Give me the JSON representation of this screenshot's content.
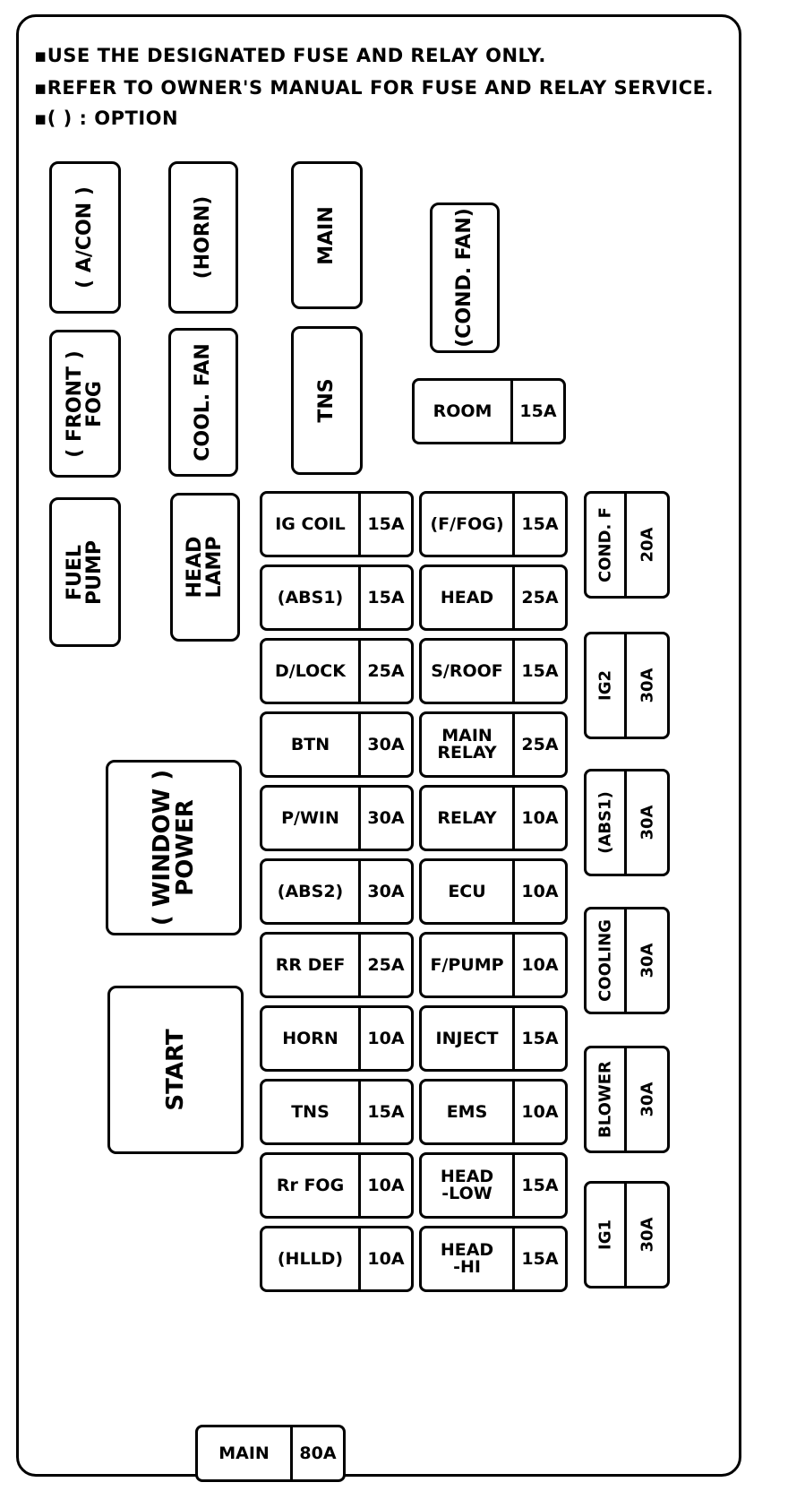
{
  "notes": [
    "▪USE THE DESIGNATED FUSE AND RELAY ONLY.",
    "▪REFER TO OWNER'S MANUAL FOR FUSE AND RELAY SERVICE.",
    "▪( ) : OPTION"
  ],
  "relays": {
    "a_con": "( A/CON )",
    "horn": "(HORN)",
    "main": "MAIN",
    "cond_fan": "(COND. FAN)",
    "front_fog": "( FRONT )\nFOG",
    "cool_fan": "COOL. FAN",
    "tns": "TNS",
    "fuel_pump": "FUEL\nPUMP",
    "head_lamp": "HEAD\nLAMP",
    "power_window": "( WINDOW )\nPOWER",
    "start": "START"
  },
  "room": {
    "name": "ROOM",
    "amp": "15A"
  },
  "fuses_left": [
    {
      "name": "IG COIL",
      "amp": "15A"
    },
    {
      "name": "(ABS1)",
      "amp": "15A"
    },
    {
      "name": "D/LOCK",
      "amp": "25A"
    },
    {
      "name": "BTN",
      "amp": "30A"
    },
    {
      "name": "P/WIN",
      "amp": "30A"
    },
    {
      "name": "(ABS2)",
      "amp": "30A"
    },
    {
      "name": "RR DEF",
      "amp": "25A"
    },
    {
      "name": "HORN",
      "amp": "10A"
    },
    {
      "name": "TNS",
      "amp": "15A"
    },
    {
      "name": "Rr FOG",
      "amp": "10A"
    },
    {
      "name": "(HLLD)",
      "amp": "10A"
    }
  ],
  "fuses_mid": [
    {
      "name": "(F/FOG)",
      "amp": "15A"
    },
    {
      "name": "HEAD",
      "amp": "25A"
    },
    {
      "name": "S/ROOF",
      "amp": "15A"
    },
    {
      "name": "MAIN\nRELAY",
      "amp": "25A"
    },
    {
      "name": "RELAY",
      "amp": "10A"
    },
    {
      "name": "ECU",
      "amp": "10A"
    },
    {
      "name": "F/PUMP",
      "amp": "10A"
    },
    {
      "name": "INJECT",
      "amp": "15A"
    },
    {
      "name": "EMS",
      "amp": "10A"
    },
    {
      "name": "HEAD\n-LOW",
      "amp": "15A"
    },
    {
      "name": "HEAD\n-HI",
      "amp": "15A"
    }
  ],
  "fuses_right": [
    {
      "name": "COND. F",
      "amp": "20A"
    },
    {
      "name": "IG2",
      "amp": "30A"
    },
    {
      "name": "(ABS1)",
      "amp": "30A"
    },
    {
      "name": "COOLING",
      "amp": "30A"
    },
    {
      "name": "BLOWER",
      "amp": "30A"
    },
    {
      "name": "IG1",
      "amp": "30A"
    }
  ],
  "main_fuse": {
    "name": "MAIN",
    "amp": "80A"
  }
}
